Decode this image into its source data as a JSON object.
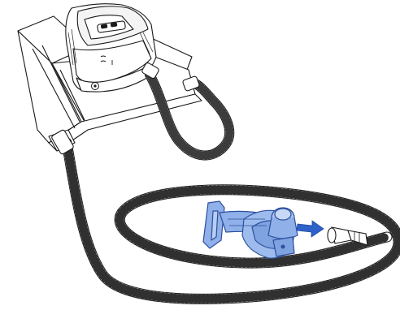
{
  "figure": {
    "colors": {
      "line": "#1a1a1a",
      "paper": "#ffffff",
      "mask_fill": "#8fb0e8",
      "mask_stroke": "#2d4f9e",
      "arrow": "#2f62c8"
    },
    "components": [
      {
        "id": "device",
        "icon": "cpap-device-icon"
      },
      {
        "id": "base",
        "icon": "device-stand-icon"
      },
      {
        "id": "power-button",
        "icon": "power-button-icon"
      },
      {
        "id": "humidifier-tube",
        "icon": "humidifier-hose-icon"
      },
      {
        "id": "air-tube",
        "icon": "air-hose-icon"
      },
      {
        "id": "mask",
        "icon": "nasal-mask-icon"
      },
      {
        "id": "connect-arrow",
        "icon": "arrow-right-icon"
      },
      {
        "id": "tube-connector",
        "icon": "tube-connector-icon"
      }
    ]
  }
}
